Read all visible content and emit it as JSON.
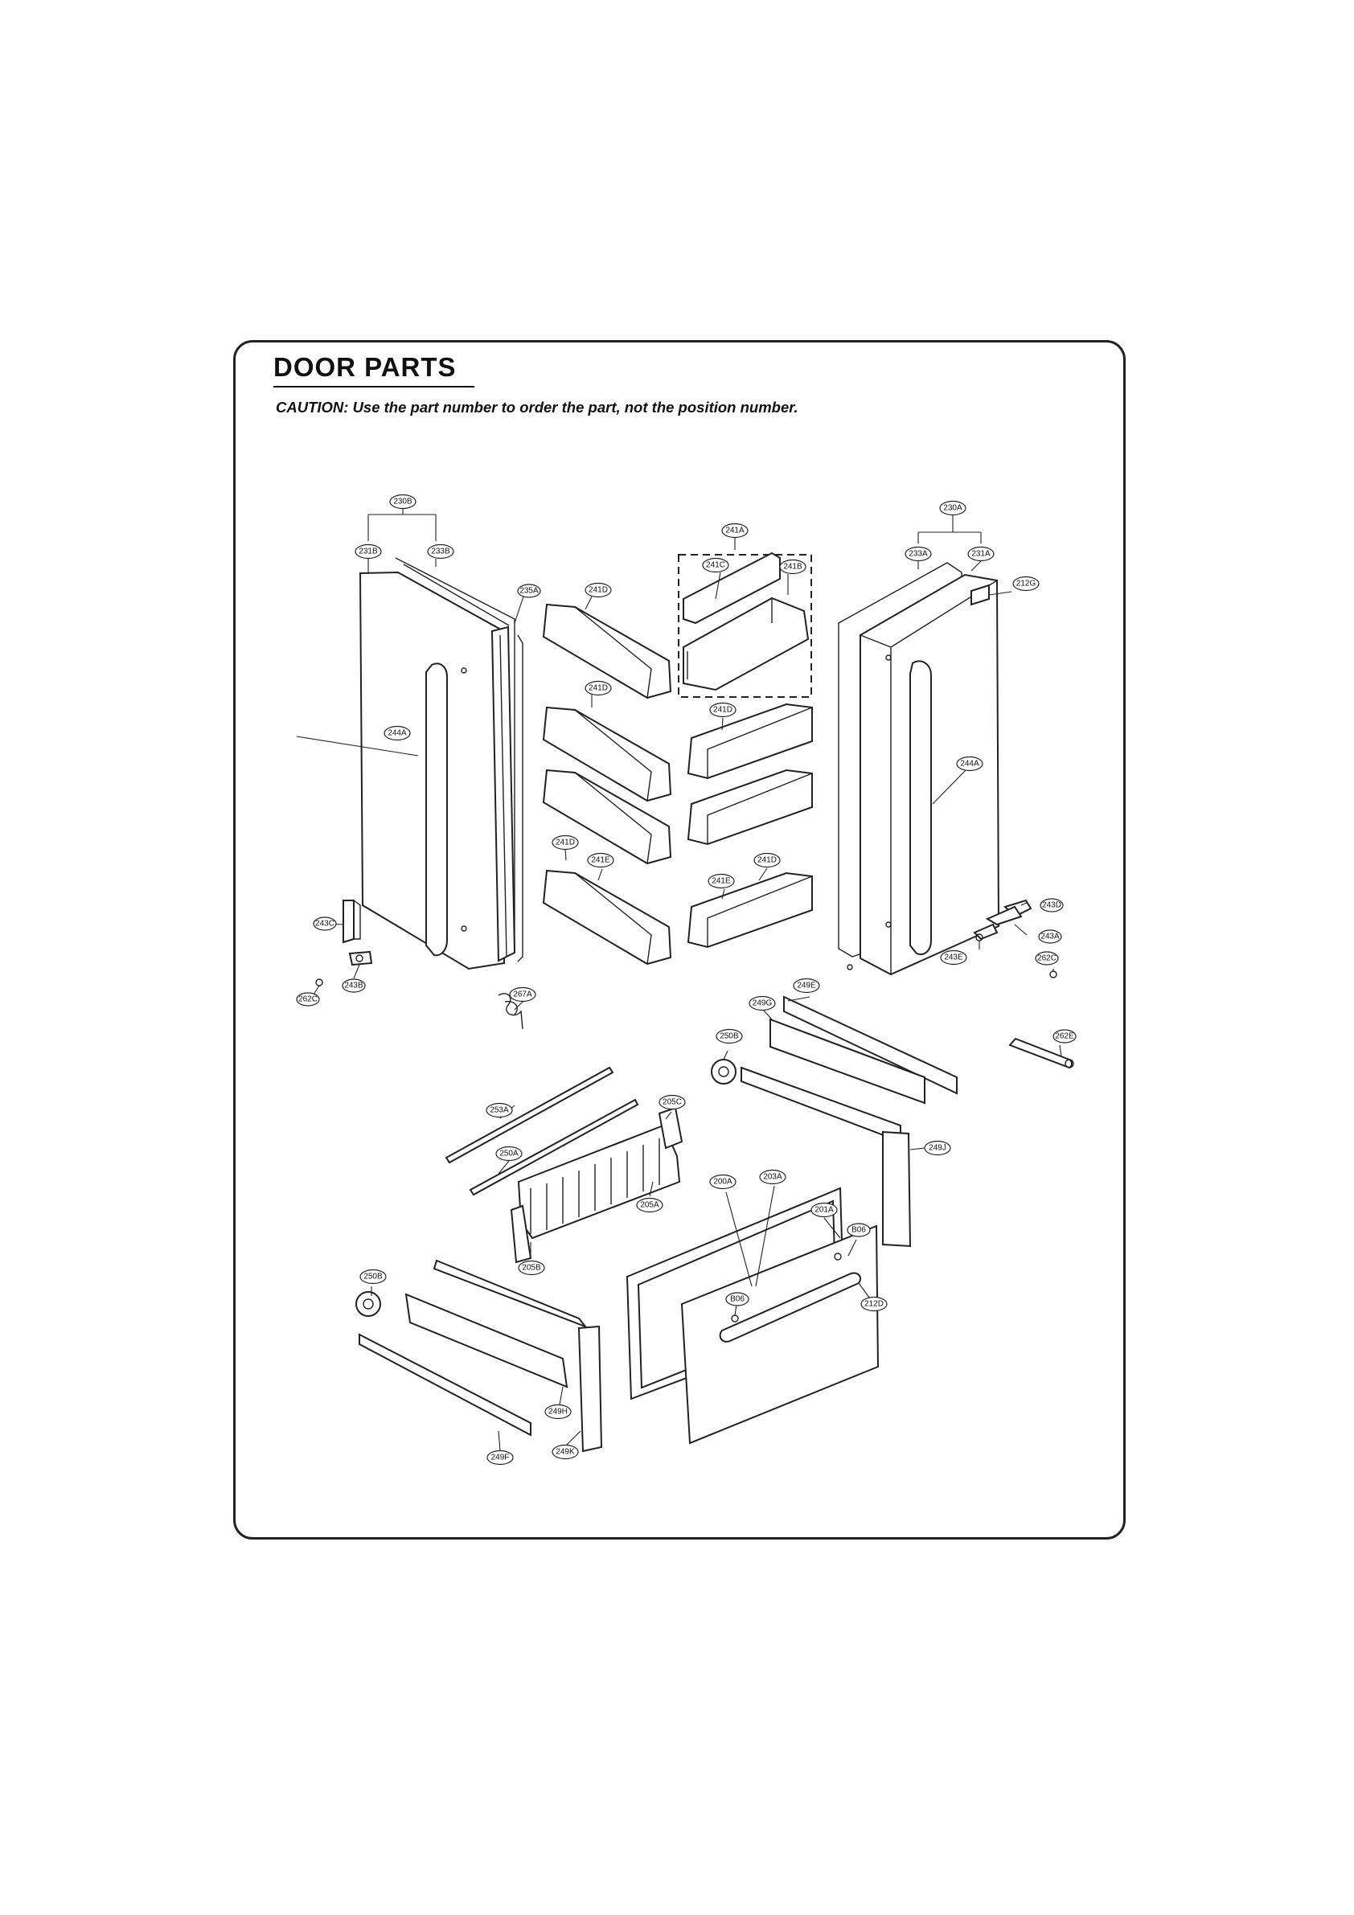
{
  "header": {
    "title": "DOOR PARTS",
    "caution": "CAUTION: Use the part number to order the part, not the position number."
  },
  "labels": [
    "230B",
    "231B",
    "233B",
    "235A",
    "241D",
    "241A",
    "241C",
    "241B",
    "230A",
    "233A",
    "231A",
    "212G",
    "244A",
    "241D",
    "241D",
    "244A",
    "241D",
    "241E",
    "241D",
    "241E",
    "243D",
    "243A",
    "243C",
    "243E",
    "262C",
    "262C",
    "243B",
    "267A",
    "249G",
    "249E",
    "250B",
    "262E",
    "253A",
    "205C",
    "249J",
    "250A",
    "205A",
    "200A",
    "203A",
    "201A",
    "B06",
    "205B",
    "250B",
    "B06",
    "212D",
    "249H",
    "249K",
    "249F"
  ]
}
